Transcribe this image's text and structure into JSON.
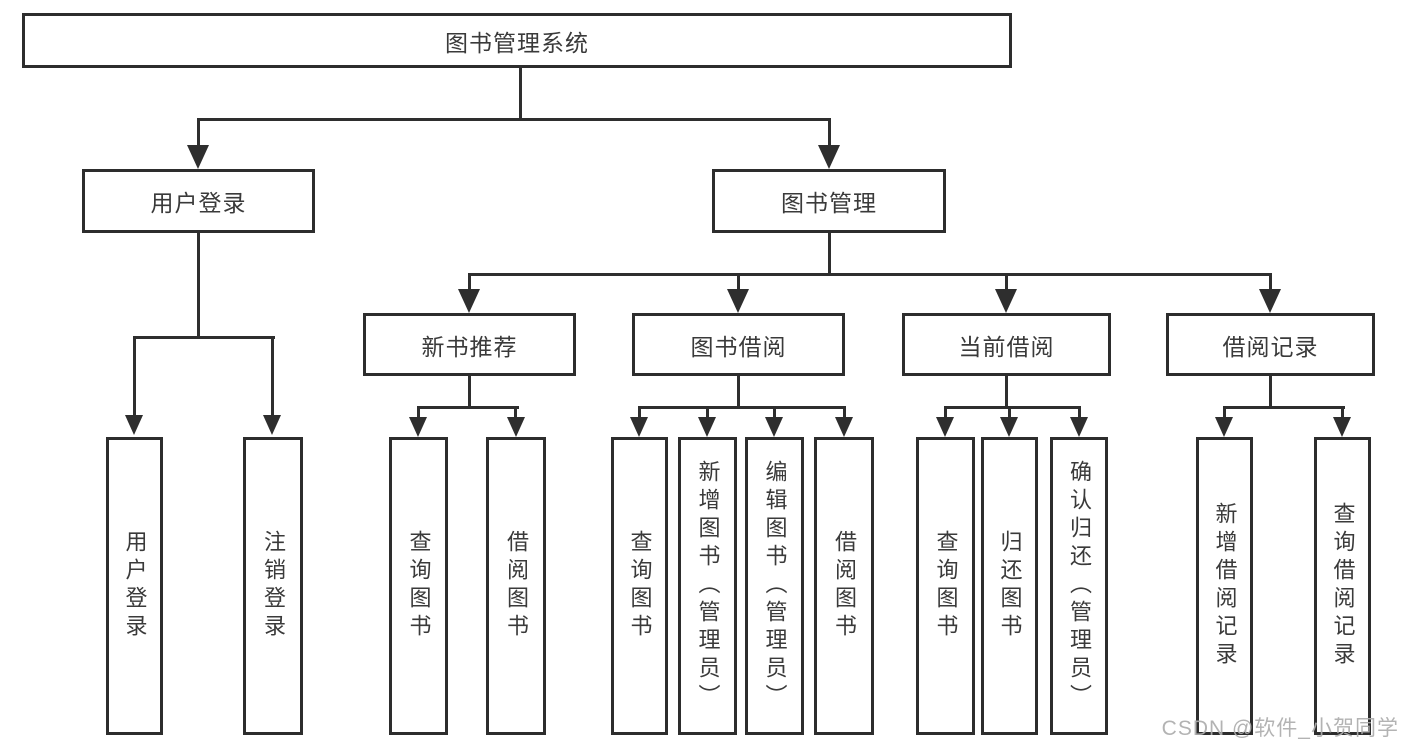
{
  "title": {
    "label": "图书管理系统"
  },
  "level2": {
    "user_login": "用户登录",
    "book_mgmt": "图书管理"
  },
  "level3": {
    "new_books": "新书推荐",
    "borrowing": "图书借阅",
    "current": "当前借阅",
    "records": "借阅记录"
  },
  "leaves": {
    "user_login": [
      "用户登录",
      "注销登录"
    ],
    "new_books": [
      "查询图书",
      "借阅图书"
    ],
    "borrowing": [
      "查询图书",
      "新增图书（管理员）",
      "编辑图书（管理员）",
      "借阅图书"
    ],
    "current": [
      "查询图书",
      "归还图书",
      "确认归还（管理员）"
    ],
    "records": [
      "新增借阅记录",
      "查询借阅记录"
    ]
  },
  "watermark": "CSDN @软件_小贺同学",
  "colors": {
    "line": "#2e2e2e",
    "box_border": "#2d2d2d",
    "text": "#3a3a3a",
    "background": "#ffffff",
    "watermark": "#adadad"
  }
}
